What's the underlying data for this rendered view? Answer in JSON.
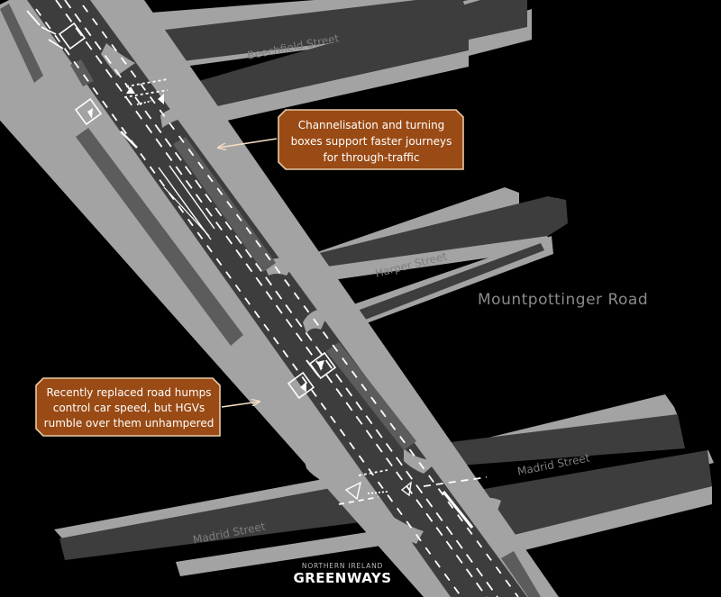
{
  "map": {
    "streets": {
      "beechfield": "Beechfield Street",
      "harper": "Harper Street",
      "madrid_west": "Madrid Street",
      "madrid_east": "Madrid Street"
    },
    "area_label": "Mountpottinger  Road",
    "callouts": {
      "upper": [
        "Channelisation and turning",
        "boxes support faster journeys",
        "for through-traffic"
      ],
      "lower": [
        "Recently replaced road humps",
        "control car speed, but HGVs",
        "rumble over them unhampered"
      ]
    },
    "colors": {
      "background": "#000000",
      "pavement": "#a3a3a3",
      "road": "#3d3d3d",
      "parking": "#5c5c5c",
      "callout_fill": "#9a4a14",
      "callout_border": "#e8c9a8"
    }
  },
  "logo": {
    "small": "NORTHERN IRELAND",
    "big": "GREENWAYS"
  }
}
